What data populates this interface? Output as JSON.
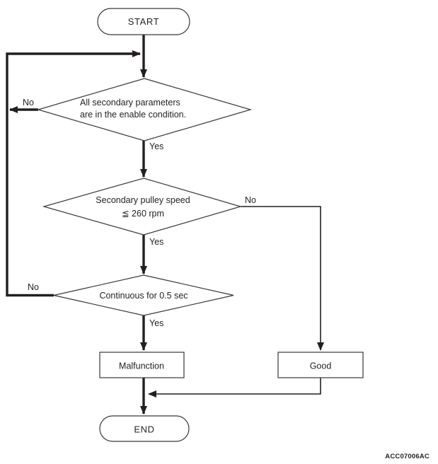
{
  "diagram": {
    "figure_code": "ACC07006AC",
    "colors": {
      "background": "#ffffff",
      "line": "#231f20",
      "shape_stroke": "#3a3738",
      "text": "#231f20"
    },
    "nodes": {
      "start": {
        "type": "terminator",
        "label": "START"
      },
      "decision_parameters": {
        "type": "decision",
        "line1": "All secondary parameters",
        "line2": "are in the enable condition."
      },
      "decision_pulley_speed": {
        "type": "decision",
        "line1": "Secondary pulley speed",
        "line2": "≦ 260 rpm"
      },
      "decision_continuous": {
        "type": "decision",
        "label": "Continuous for 0.5 sec"
      },
      "malfunction": {
        "type": "process",
        "label": "Malfunction"
      },
      "good": {
        "type": "process",
        "label": "Good"
      },
      "end": {
        "type": "terminator",
        "label": "END"
      }
    },
    "edge_labels": {
      "parameters_no": "No",
      "parameters_yes": "Yes",
      "pulley_no": "No",
      "pulley_yes": "Yes",
      "continuous_no": "No",
      "continuous_yes": "Yes"
    }
  }
}
